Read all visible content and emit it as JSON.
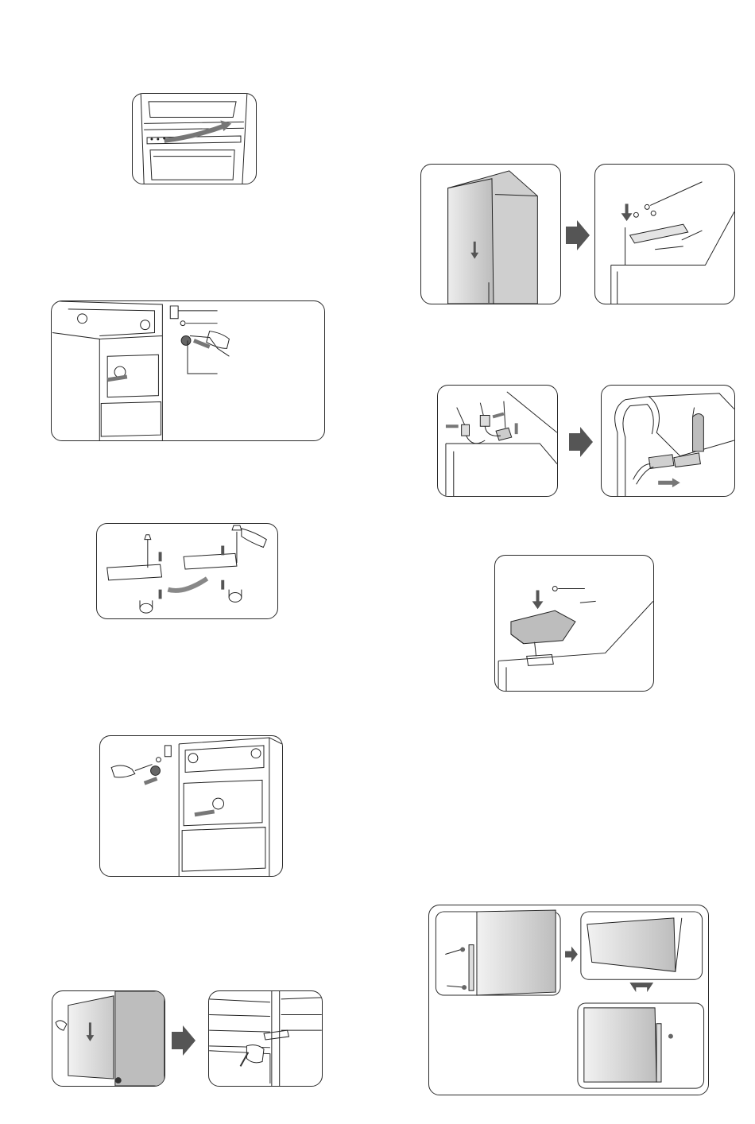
{
  "page": {
    "type": "illustrated manual page",
    "theme": "refrigerator door reversal / hinge relocation steps"
  },
  "colors": {
    "line": "#222222",
    "door_fill": "#d8d8d8",
    "arrow_fill": "#555555",
    "panel_border": "#2a2a2a"
  },
  "figures": [
    {
      "id": "fig-cover-strip",
      "icon": "cover-strip-removal-icon"
    },
    {
      "id": "fig-upper-hinge-remove",
      "icon": "hinge-screws-icon"
    },
    {
      "id": "fig-hinge-pin-swap",
      "icon": "hinge-pin-icon"
    },
    {
      "id": "fig-hinge-reinstall",
      "icon": "hinge-screws-icon"
    },
    {
      "id": "fig-door-lift",
      "icon": "door-lift-icon"
    },
    {
      "id": "fig-top-hinge",
      "icon": "top-hinge-icon"
    },
    {
      "id": "fig-wire-connectors",
      "icon": "wire-connector-icon"
    },
    {
      "id": "fig-hinge-cover",
      "icon": "hinge-cover-icon"
    },
    {
      "id": "fig-handle-swap",
      "icon": "door-handle-icon"
    }
  ],
  "connector_arrow": {
    "icon": "step-arrow-icon"
  }
}
